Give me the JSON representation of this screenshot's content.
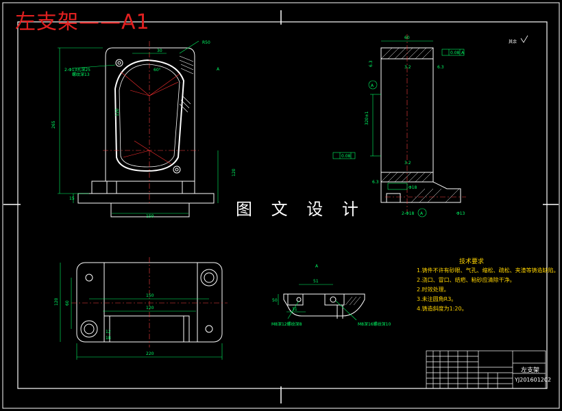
{
  "drawing": {
    "title": "左支架——A1",
    "watermark": "图 文 设 计",
    "roughness_note": "其余",
    "section_label": "A",
    "front_view": {
      "hole_note": "2-Φ13孔深25",
      "hole_note2": "螺纹深13",
      "dims": [
        "30",
        "R50",
        "60°",
        "265",
        "120",
        "120",
        "15",
        "150"
      ]
    },
    "side_view": {
      "top_dim": "60",
      "tolerance": "0.08",
      "tolerance_ref": "A",
      "height_dim": "320±1",
      "parallel": "0.08",
      "roughness": [
        "6.3",
        "3.2",
        "6.3",
        "3.2",
        "6.3"
      ],
      "bottom_dims": [
        "Φ18",
        "2-Φ18",
        "Φ13"
      ]
    },
    "plan_view": {
      "dims": [
        "120",
        "60",
        "150",
        "120",
        "12",
        "18",
        "220"
      ]
    },
    "detail_view": {
      "dims": [
        "51",
        "31",
        "50"
      ],
      "note_left": "M8深12螺纹深8",
      "note_right": "M8深16螺纹深10"
    },
    "tech_requirements": {
      "title": "技术要求",
      "items": [
        "1.铸件不许有砂眼、气孔、缩松、疏松、夹渣等铸造缺陷。",
        "2.浇口、冒口、结疤、粘砂应清除干净。",
        "2.时效处理。",
        "3.未注圆角R3。",
        "4.铸造斜度为1:20。"
      ]
    },
    "title_block": {
      "part_name": "左支架",
      "drawing_code": "YJ201601202"
    }
  },
  "colors": {
    "background": "#000000",
    "outline": "#ffffff",
    "dimension": "#00ff66",
    "title_red": "#e02020",
    "note_yellow": "#ffd400",
    "hatch": "#ffffff",
    "centerline": "#ff4040",
    "construction": "#ff3030"
  }
}
